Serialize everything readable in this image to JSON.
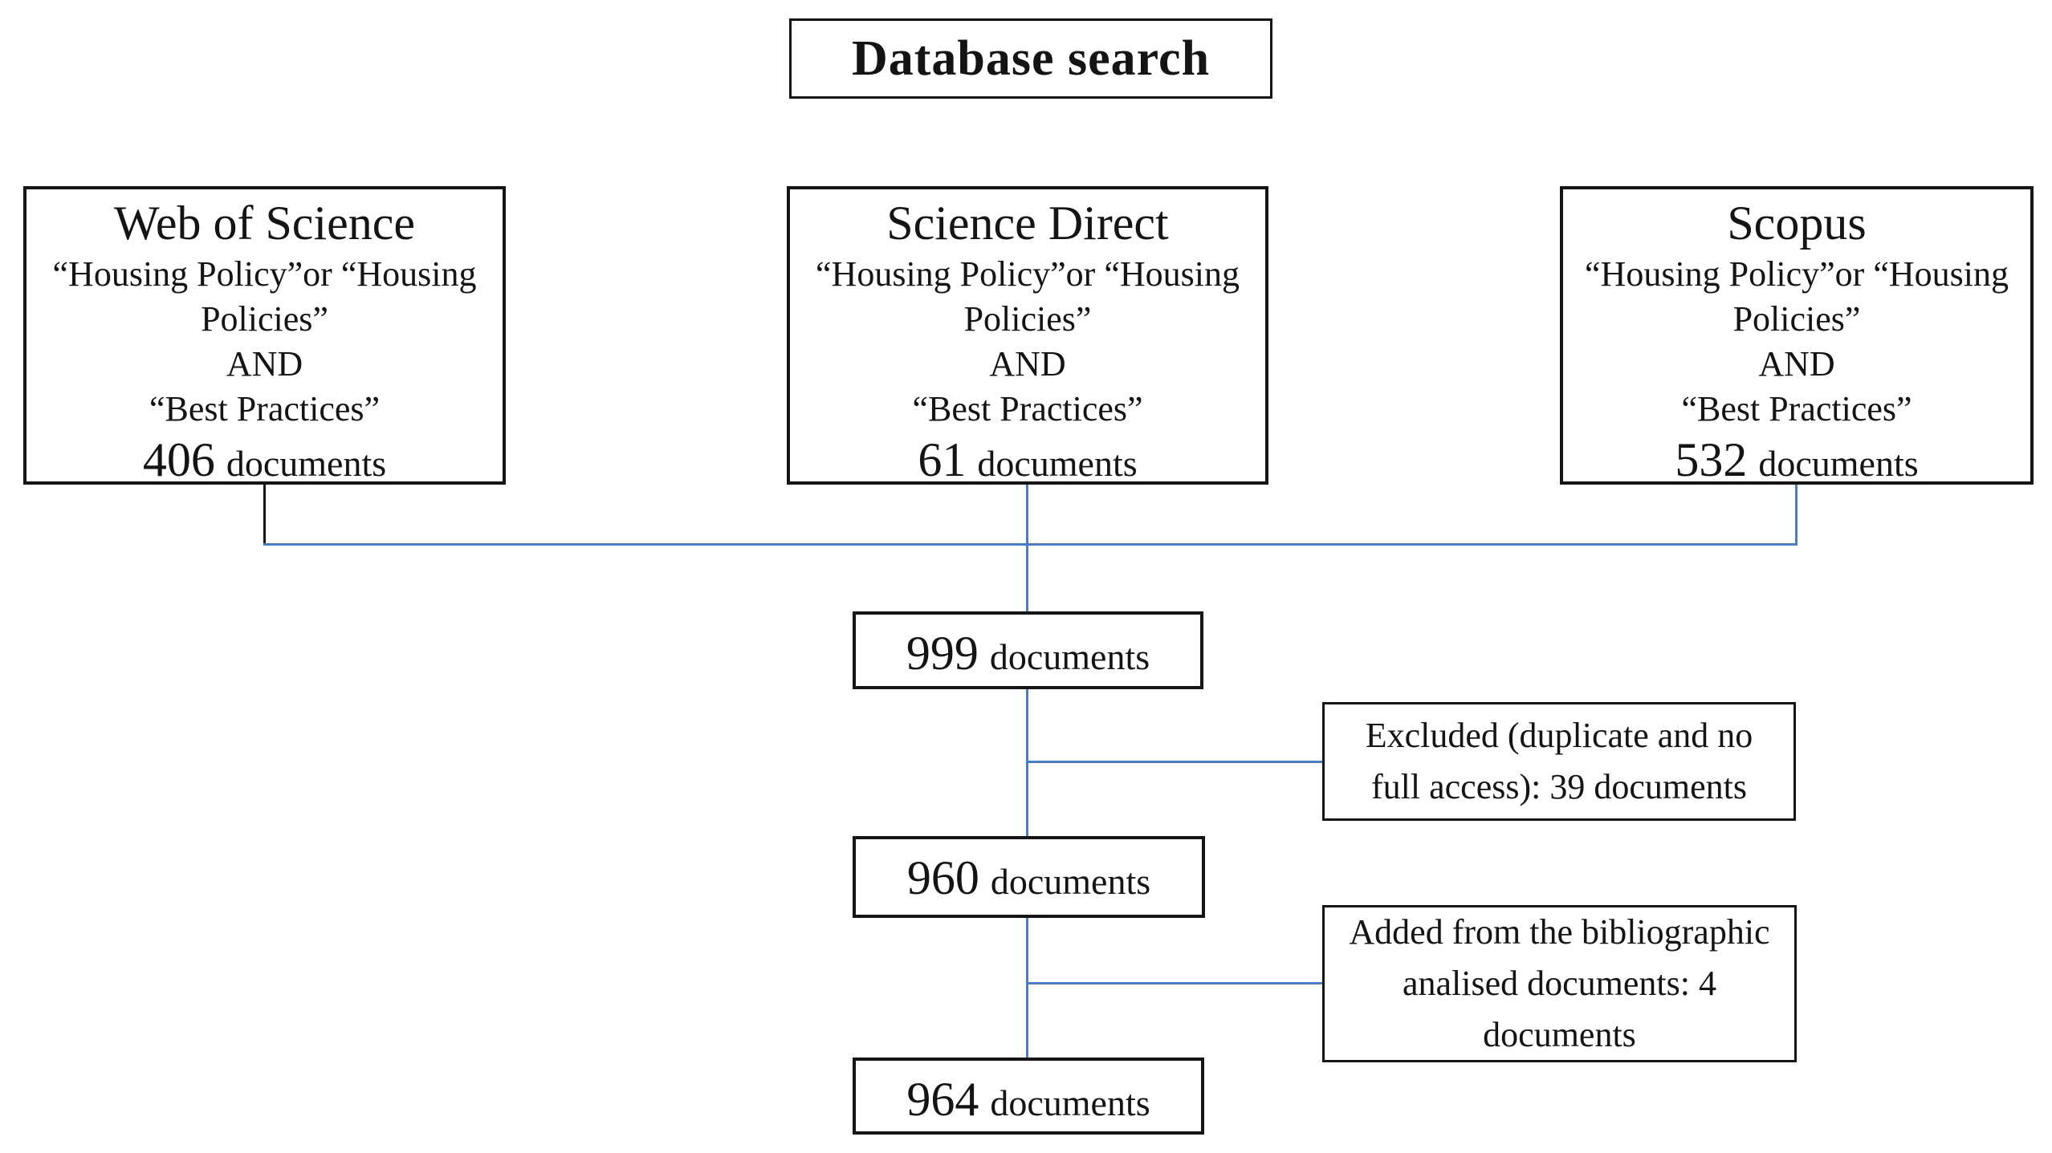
{
  "colors": {
    "connector": "#4a7cc7",
    "border": "#151515",
    "background": "#ffffff"
  },
  "title_box": {
    "label": "Database search"
  },
  "sources": [
    {
      "name": "Web of Science",
      "query_lines": [
        "“Housing Policy”or “Housing",
        "Policies”",
        "AND",
        "“Best Practices”"
      ],
      "count": "406",
      "unit": "documents"
    },
    {
      "name": "Science Direct",
      "query_lines": [
        "“Housing Policy”or “Housing",
        "Policies”",
        "AND",
        "“Best Practices”"
      ],
      "count": "61",
      "unit": "documents"
    },
    {
      "name": "Scopus",
      "query_lines": [
        "“Housing Policy”or “Housing",
        "Policies”",
        "AND",
        "“Best Practices”"
      ],
      "count": "532",
      "unit": "documents"
    }
  ],
  "flow": {
    "merged": {
      "count": "999",
      "unit": "documents"
    },
    "excluded": {
      "lines": [
        "Excluded (duplicate and no",
        "full access): 39 documents"
      ]
    },
    "screened": {
      "count": "960",
      "unit": "documents"
    },
    "added": {
      "lines": [
        "Added from the bibliographic",
        "analised documents: 4",
        "documents"
      ]
    },
    "final": {
      "count": "964",
      "unit": "documents"
    }
  }
}
